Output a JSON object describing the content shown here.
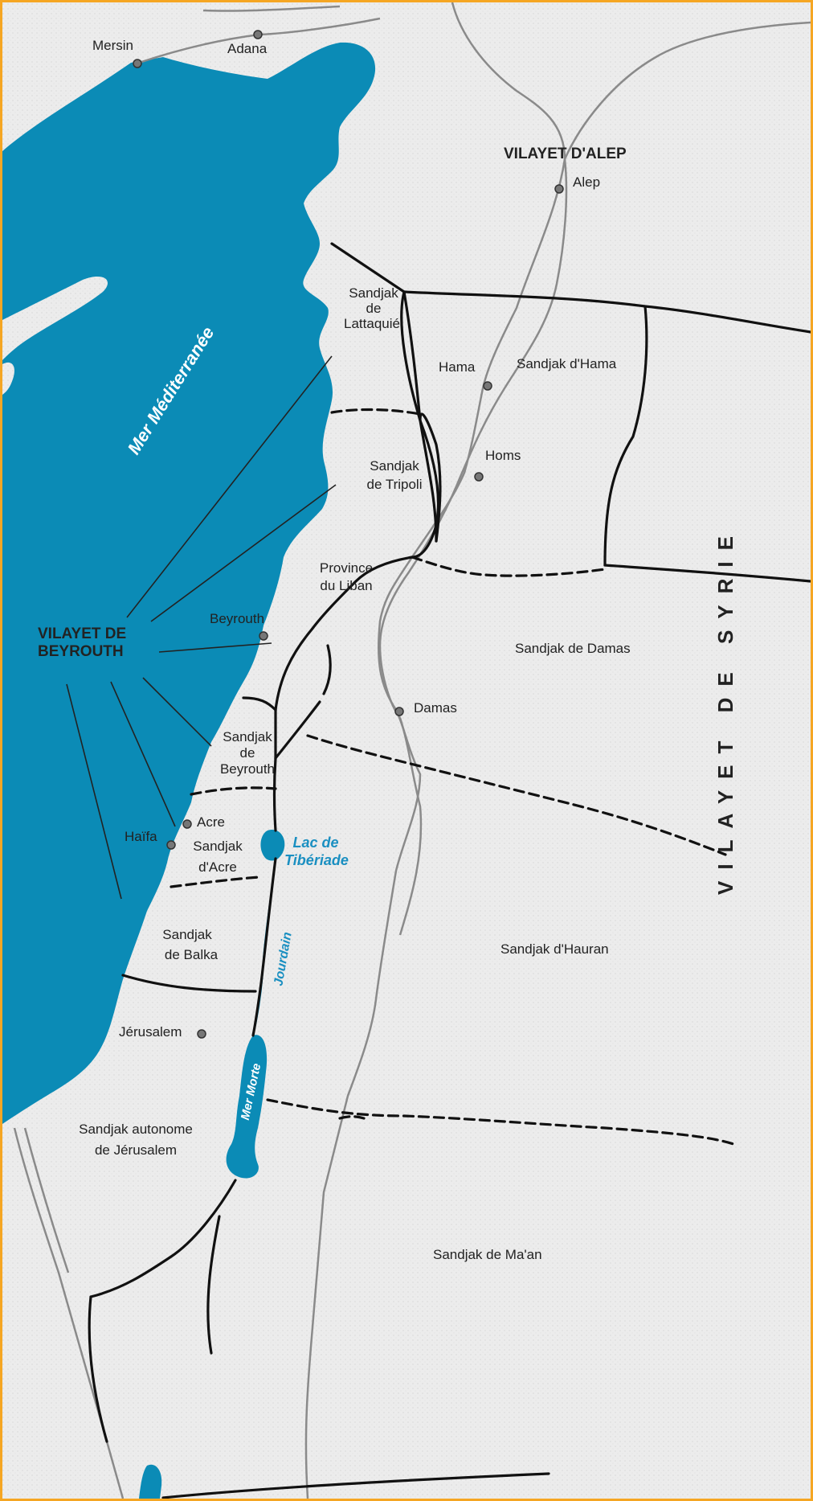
{
  "map": {
    "colors": {
      "water": "#0b8bb6",
      "land": "#ececec",
      "frame": "#f5a623",
      "lake_label": "#1a8fc1",
      "border": "#111111",
      "road": "#8a8a8a"
    },
    "sea": {
      "name": "Mer Méditerranée"
    },
    "lakes": {
      "tiberiade": "Lac de Tibériade",
      "mer_morte": "Mer Morte"
    },
    "river": {
      "jourdain": "Jourdain"
    },
    "vilayets": {
      "alep": "VILAYET D'ALEP",
      "beyrouth_line1": "VILAYET DE",
      "beyrouth_line2": "BEYROUTH",
      "syrie": "VILAYET DE SYRIE"
    },
    "sandjaks": {
      "lattaquie_1": "Sandjak",
      "lattaquie_2": "de",
      "lattaquie_3": "Lattaquié",
      "hama": "Sandjak d'Hama",
      "tripoli_1": "Sandjak",
      "tripoli_2": "de Tripoli",
      "liban_1": "Province",
      "liban_2": "du Liban",
      "damas": "Sandjak de Damas",
      "beyrouth_1": "Sandjak",
      "beyrouth_2": "de",
      "beyrouth_3": "Beyrouth",
      "acre_1": "Sandjak",
      "acre_2": "d'Acre",
      "balka_1": "Sandjak",
      "balka_2": "de Balka",
      "hauran": "Sandjak d'Hauran",
      "jerusalem_1": "Sandjak autonome",
      "jerusalem_2": "de Jérusalem",
      "maan": "Sandjak de Ma'an"
    },
    "cities": {
      "mersin": "Mersin",
      "adana": "Adana",
      "alep": "Alep",
      "hama": "Hama",
      "homs": "Homs",
      "beyrouth": "Beyrouth",
      "damas": "Damas",
      "acre": "Acre",
      "haifa": "Haïfa",
      "jerusalem": "Jérusalem"
    }
  }
}
